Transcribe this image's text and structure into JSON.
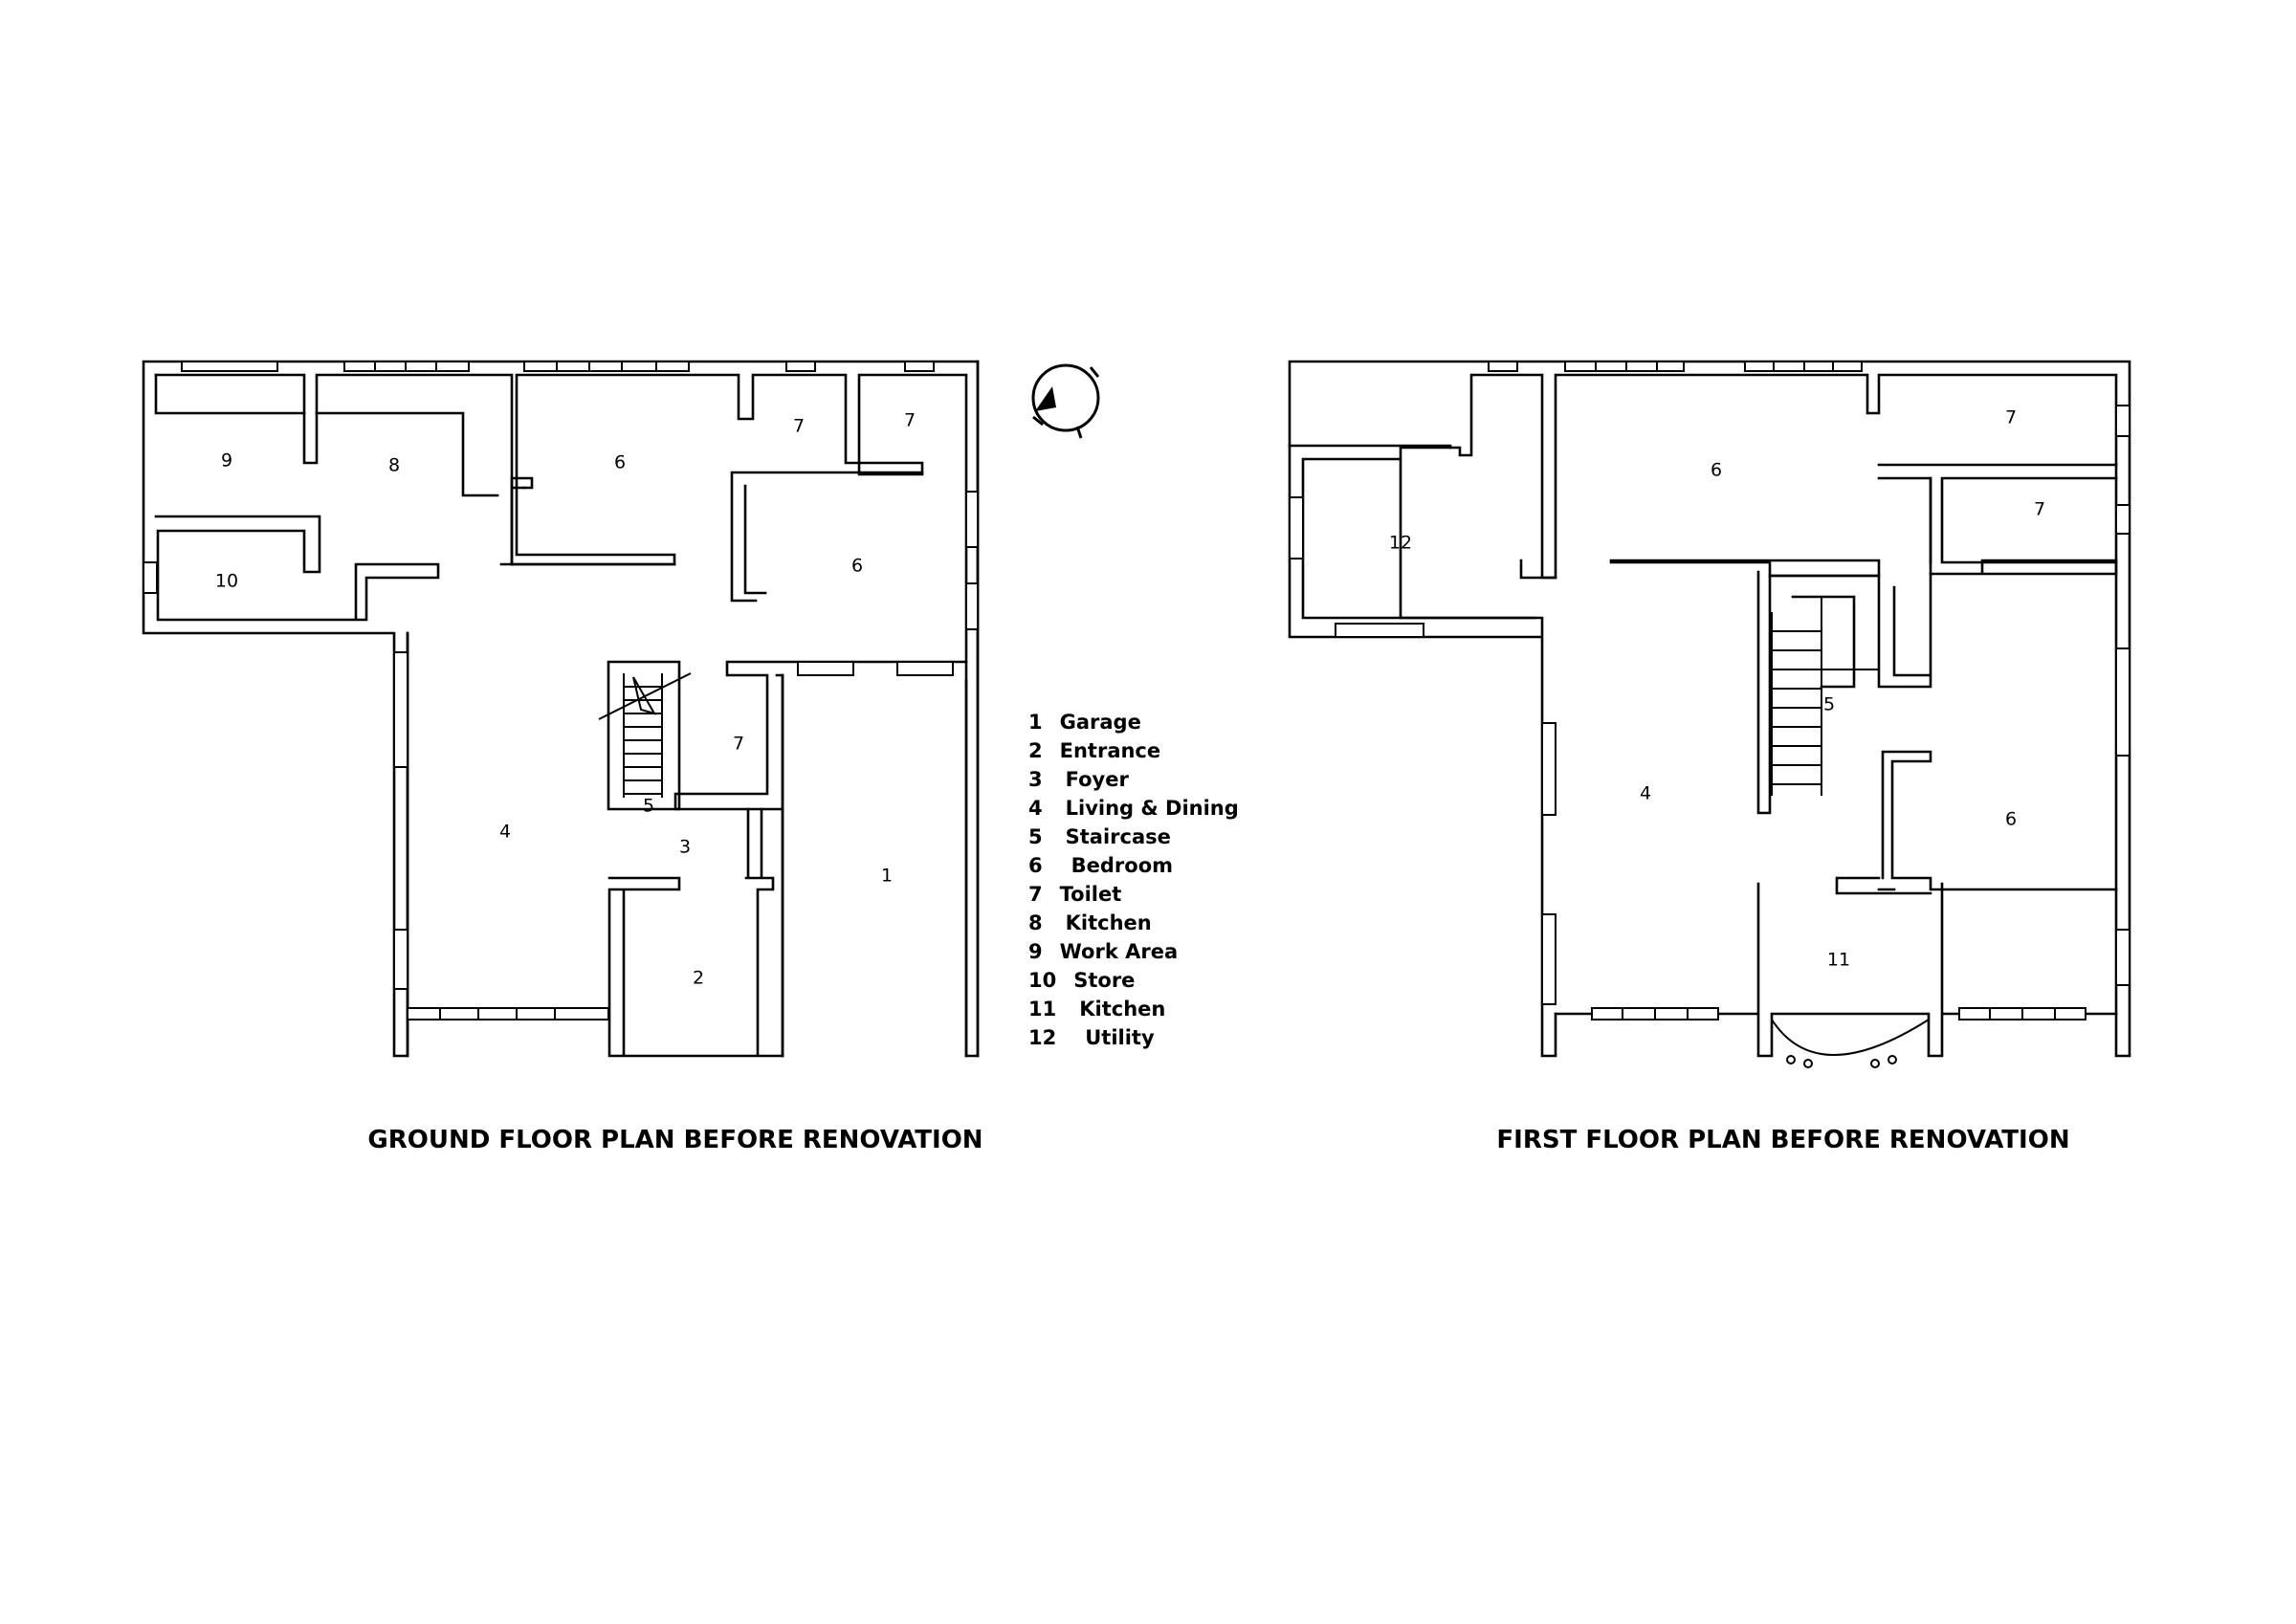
{
  "ground_floor": {
    "title": "GROUND FLOOR PLAN BEFORE RENOVATION",
    "rooms": [
      {
        "id": "gf-9",
        "num": "9"
      },
      {
        "id": "gf-8",
        "num": "8"
      },
      {
        "id": "gf-6a",
        "num": "6"
      },
      {
        "id": "gf-7a",
        "num": "7"
      },
      {
        "id": "gf-7b",
        "num": "7"
      },
      {
        "id": "gf-6b",
        "num": "6"
      },
      {
        "id": "gf-10",
        "num": "10"
      },
      {
        "id": "gf-7c",
        "num": "7"
      },
      {
        "id": "gf-4",
        "num": "4"
      },
      {
        "id": "gf-5",
        "num": "5"
      },
      {
        "id": "gf-3",
        "num": "3"
      },
      {
        "id": "gf-1",
        "num": "1"
      },
      {
        "id": "gf-2",
        "num": "2"
      }
    ]
  },
  "first_floor": {
    "title": "FIRST FLOOR PLAN BEFORE RENOVATION",
    "rooms": [
      {
        "id": "ff-6a",
        "num": "6"
      },
      {
        "id": "ff-7a",
        "num": "7"
      },
      {
        "id": "ff-12",
        "num": "12"
      },
      {
        "id": "ff-7b",
        "num": "7"
      },
      {
        "id": "ff-5",
        "num": "5"
      },
      {
        "id": "ff-4",
        "num": "4"
      },
      {
        "id": "ff-6b",
        "num": "6"
      },
      {
        "id": "ff-11",
        "num": "11"
      }
    ]
  },
  "legend": [
    {
      "num": "1",
      "label": "Garage"
    },
    {
      "num": "2",
      "label": "Entrance"
    },
    {
      "num": "3",
      "label": "Foyer"
    },
    {
      "num": "4",
      "label": "Living & Dining"
    },
    {
      "num": "5",
      "label": "Staircase"
    },
    {
      "num": "6",
      "label": "Bedroom"
    },
    {
      "num": "7",
      "label": "Toilet"
    },
    {
      "num": "8",
      "label": "Kitchen"
    },
    {
      "num": "9",
      "label": "Work Area"
    },
    {
      "num": "10",
      "label": "Store"
    },
    {
      "num": "11",
      "label": "Kitchen"
    },
    {
      "num": "12",
      "label": "Utility"
    }
  ],
  "north_arrow_icon": "north-arrow-icon"
}
